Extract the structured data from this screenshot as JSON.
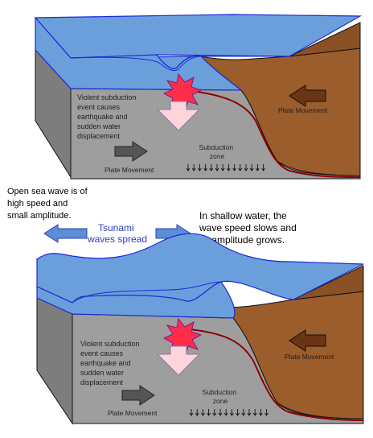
{
  "top_panel": {
    "event_text": [
      "Violent subduction",
      "event causes",
      "earthquake and",
      "sudden water",
      "displacement"
    ],
    "plate_movement_left": "Plate Movement",
    "plate_movement_right": "Plate Movement",
    "subduction_label": [
      "Subduction",
      "zone"
    ]
  },
  "middle": {
    "open_sea_text": [
      "Open sea wave is of",
      "high speed and",
      "small amplitude."
    ],
    "tsunami_text": [
      "Tsunami",
      "waves spread"
    ],
    "shallow_text": [
      "In shallow water, the",
      "wave speed slows and",
      "its amplitude grows."
    ]
  },
  "bottom_panel": {
    "event_text": [
      "Violent subduction",
      "event causes",
      "earthquake and",
      "sudden water",
      "displacement"
    ],
    "plate_movement_left": "Plate Movement",
    "plate_movement_right": "Plate Movement",
    "subduction_label": [
      "Subduction",
      "zone"
    ]
  },
  "colors": {
    "water": "#6b9fdc",
    "water_edge": "#1a2ad6",
    "continent": "#9b5d2b",
    "crust": "#9e9e9e",
    "blast": "#ff2d4a",
    "arrow_pink": "#ffd3dc",
    "tsunami_arrow": "#5a8ed6"
  }
}
